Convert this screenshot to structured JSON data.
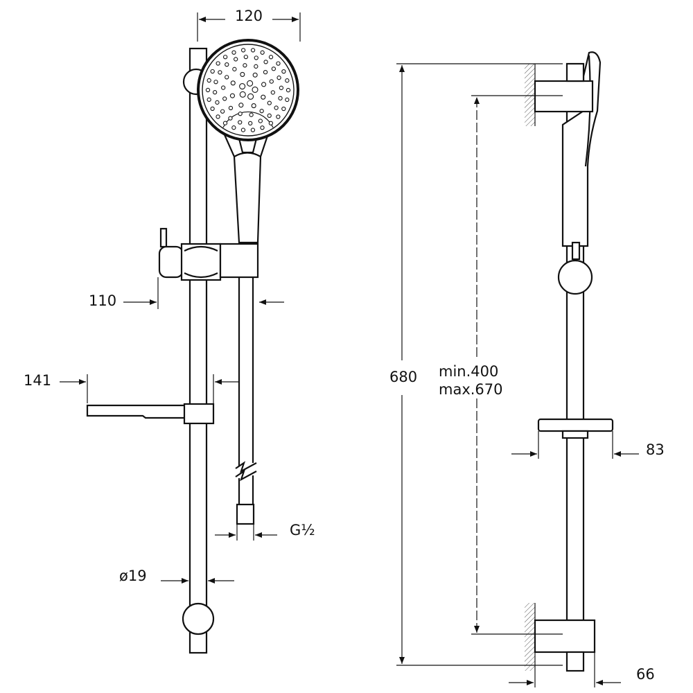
{
  "drawing": {
    "front_view": {
      "dim_head_width": "120",
      "dim_slider_offset": "110",
      "dim_soap_dish": "141",
      "dim_hose_thread": "G½",
      "dim_rail_diameter": "ø19"
    },
    "side_view": {
      "dim_total_height": "680",
      "dim_bracket_distance_min": "min.400",
      "dim_bracket_distance_max": "max.670",
      "dim_soap_dish_depth": "83",
      "dim_wall_offset": "66"
    }
  }
}
